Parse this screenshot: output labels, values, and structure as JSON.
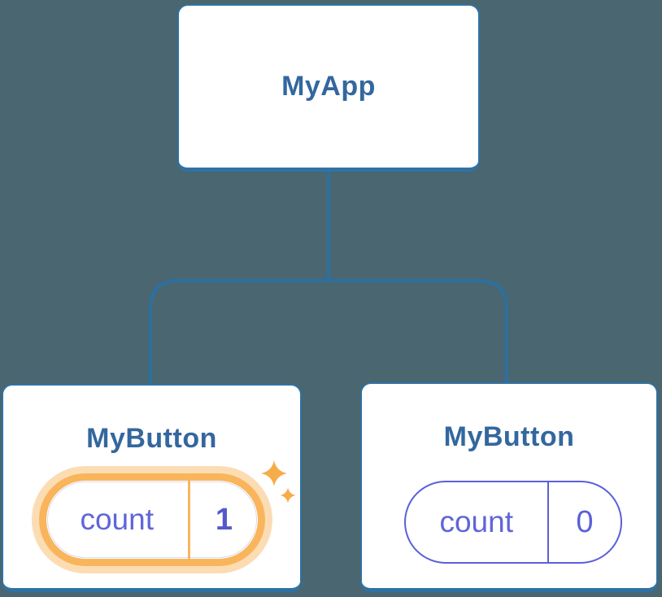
{
  "diagram": {
    "title": "component-state-tree",
    "root": {
      "label": "MyApp"
    },
    "children": [
      {
        "label": "MyButton",
        "state": {
          "name": "count",
          "value": "1"
        },
        "highlighted": true
      },
      {
        "label": "MyButton",
        "state": {
          "name": "count",
          "value": "0"
        },
        "highlighted": false
      }
    ]
  },
  "colors": {
    "background": "#4a6670",
    "card_border": "#2f72a3",
    "card_background": "#ffffff",
    "component_label_text": "#33679e",
    "connector_line": "#2c70a0",
    "state_pill_border": "#5b5fd9",
    "state_key_text": "#6065d8",
    "state_value_text": "#5b5fd9",
    "highlight_ring": "#f9b55c",
    "highlight_halo": "rgba(248,178,86,0.45)",
    "highlight_value_text": "#5558cc",
    "sparkle": "#f6ac48"
  }
}
